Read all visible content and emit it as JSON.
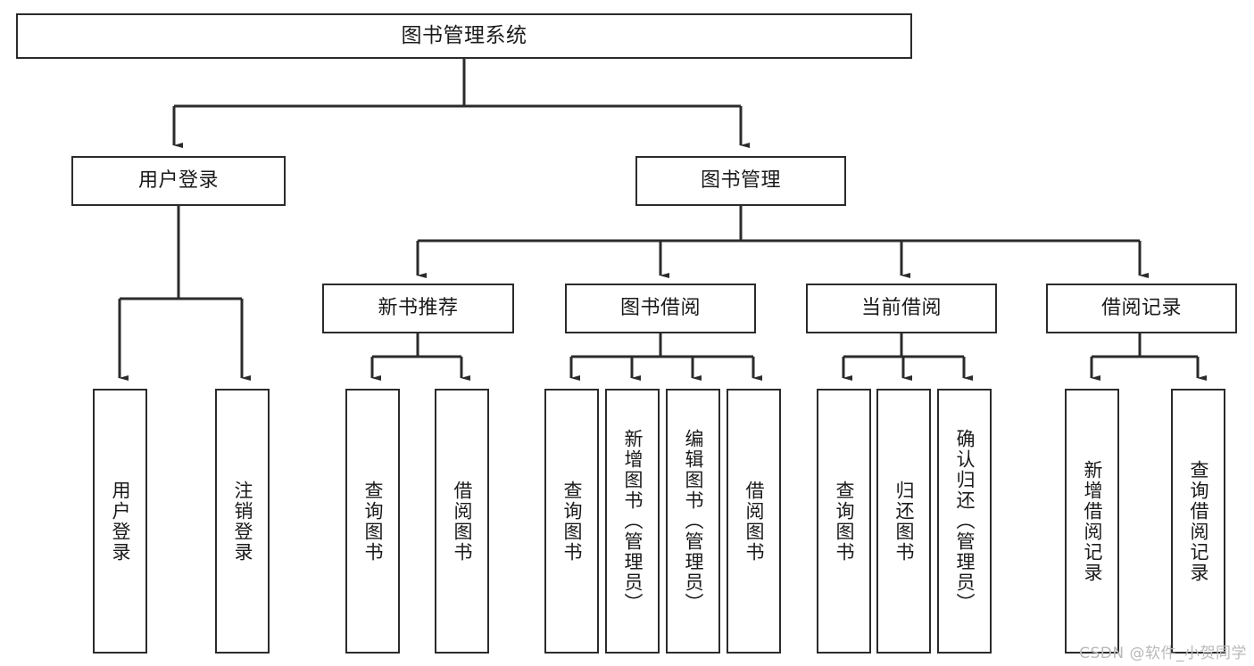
{
  "diagram": {
    "type": "tree",
    "title": "图书管理系统",
    "watermark": "CSDN @软件_小贺同学",
    "colors": {
      "stroke": "#2b2b2b",
      "text": "#1a1a1a",
      "background": "#ffffff",
      "watermark": "#b9b9b9"
    },
    "nodes": {
      "root": {
        "label": "图书管理系统"
      },
      "level2": [
        {
          "id": "user-login",
          "label": "用户登录"
        },
        {
          "id": "book-management",
          "label": "图书管理"
        }
      ],
      "level3": [
        {
          "id": "new-book-recommend",
          "label": "新书推荐"
        },
        {
          "id": "book-borrow",
          "label": "图书借阅"
        },
        {
          "id": "current-borrow",
          "label": "当前借阅"
        },
        {
          "id": "borrow-record",
          "label": "借阅记录"
        }
      ],
      "leaves": {
        "user_login": [
          {
            "id": "leaf-user-login",
            "label": "用户登录"
          },
          {
            "id": "leaf-logout",
            "label": "注销登录"
          }
        ],
        "new_book_recommend": [
          {
            "id": "leaf-query-books-1",
            "label": "查询图书"
          },
          {
            "id": "leaf-borrow-books-1",
            "label": "借阅图书"
          }
        ],
        "book_borrow": [
          {
            "id": "leaf-query-books-2",
            "label": "查询图书"
          },
          {
            "id": "leaf-add-book",
            "label": "新增图书（管理员）"
          },
          {
            "id": "leaf-edit-book",
            "label": "编辑图书（管理员）"
          },
          {
            "id": "leaf-borrow-books-2",
            "label": "借阅图书"
          }
        ],
        "current_borrow": [
          {
            "id": "leaf-query-books-3",
            "label": "查询图书"
          },
          {
            "id": "leaf-return-book",
            "label": "归还图书"
          },
          {
            "id": "leaf-confirm-return",
            "label": "确认归还（管理员）"
          }
        ],
        "borrow_record": [
          {
            "id": "leaf-add-record",
            "label": "新增借阅记录"
          },
          {
            "id": "leaf-query-record",
            "label": "查询借阅记录"
          }
        ]
      }
    }
  }
}
